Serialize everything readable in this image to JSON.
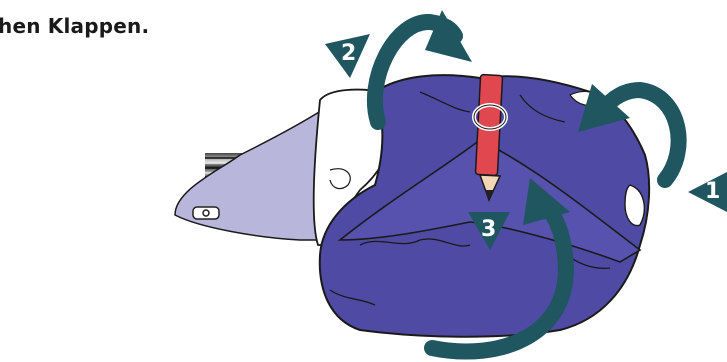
{
  "caption": "hen Klappen.",
  "colors": {
    "bag": "#4f4ba5",
    "bag_dark": "#3a3686",
    "wallet": "#b9b6dc",
    "arrow": "#1f5660",
    "pencil": "#e0474f",
    "outline": "#1a1a1a"
  },
  "steps": [
    {
      "label": "1"
    },
    {
      "label": "2"
    },
    {
      "label": "3"
    }
  ],
  "icons": {
    "pencil": "pencil-icon",
    "arrow": "curved-arrow-icon",
    "triangle": "step-triangle-icon"
  }
}
